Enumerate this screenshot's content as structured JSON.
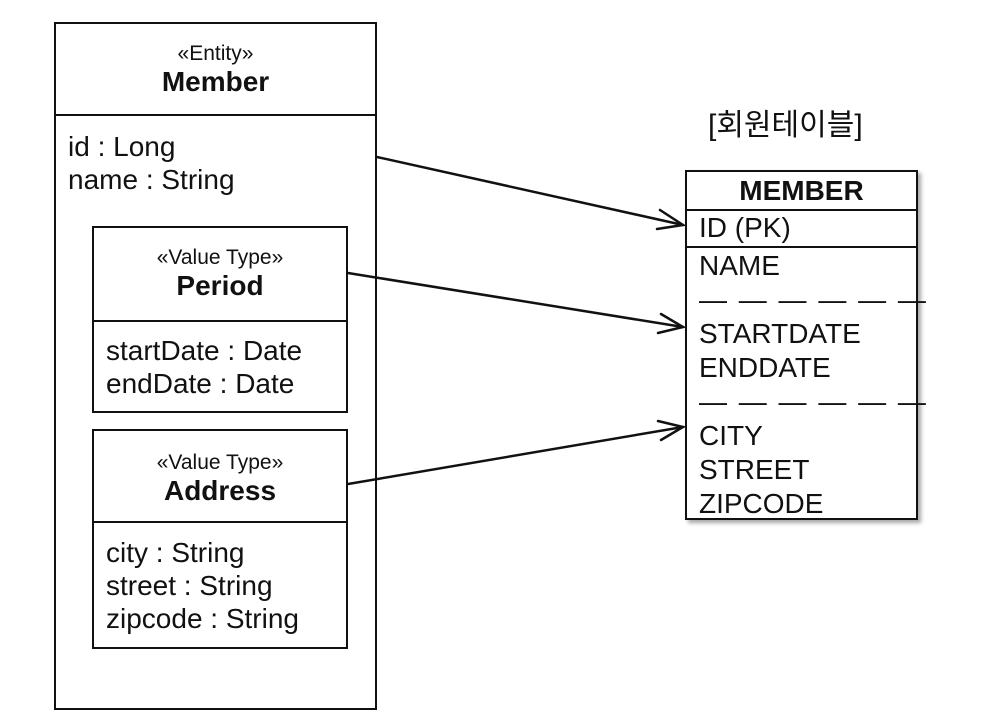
{
  "entity": {
    "stereotype": "«Entity»",
    "name": "Member",
    "attributes": [
      "id : Long",
      "name : String"
    ]
  },
  "period": {
    "stereotype": "«Value Type»",
    "name": "Period",
    "attributes": [
      "startDate : Date",
      "endDate : Date"
    ]
  },
  "address": {
    "stereotype": "«Value Type»",
    "name": "Address",
    "attributes": [
      "city : String",
      "street : String",
      "zipcode : String"
    ]
  },
  "table": {
    "caption": "[회원테이블]",
    "name": "MEMBER",
    "pk": "ID (PK)",
    "columns": [
      "NAME",
      "— — — — — —",
      "STARTDATE",
      "ENDDATE",
      "— — — — — —",
      "CITY",
      "STREET",
      "ZIPCODE"
    ]
  }
}
